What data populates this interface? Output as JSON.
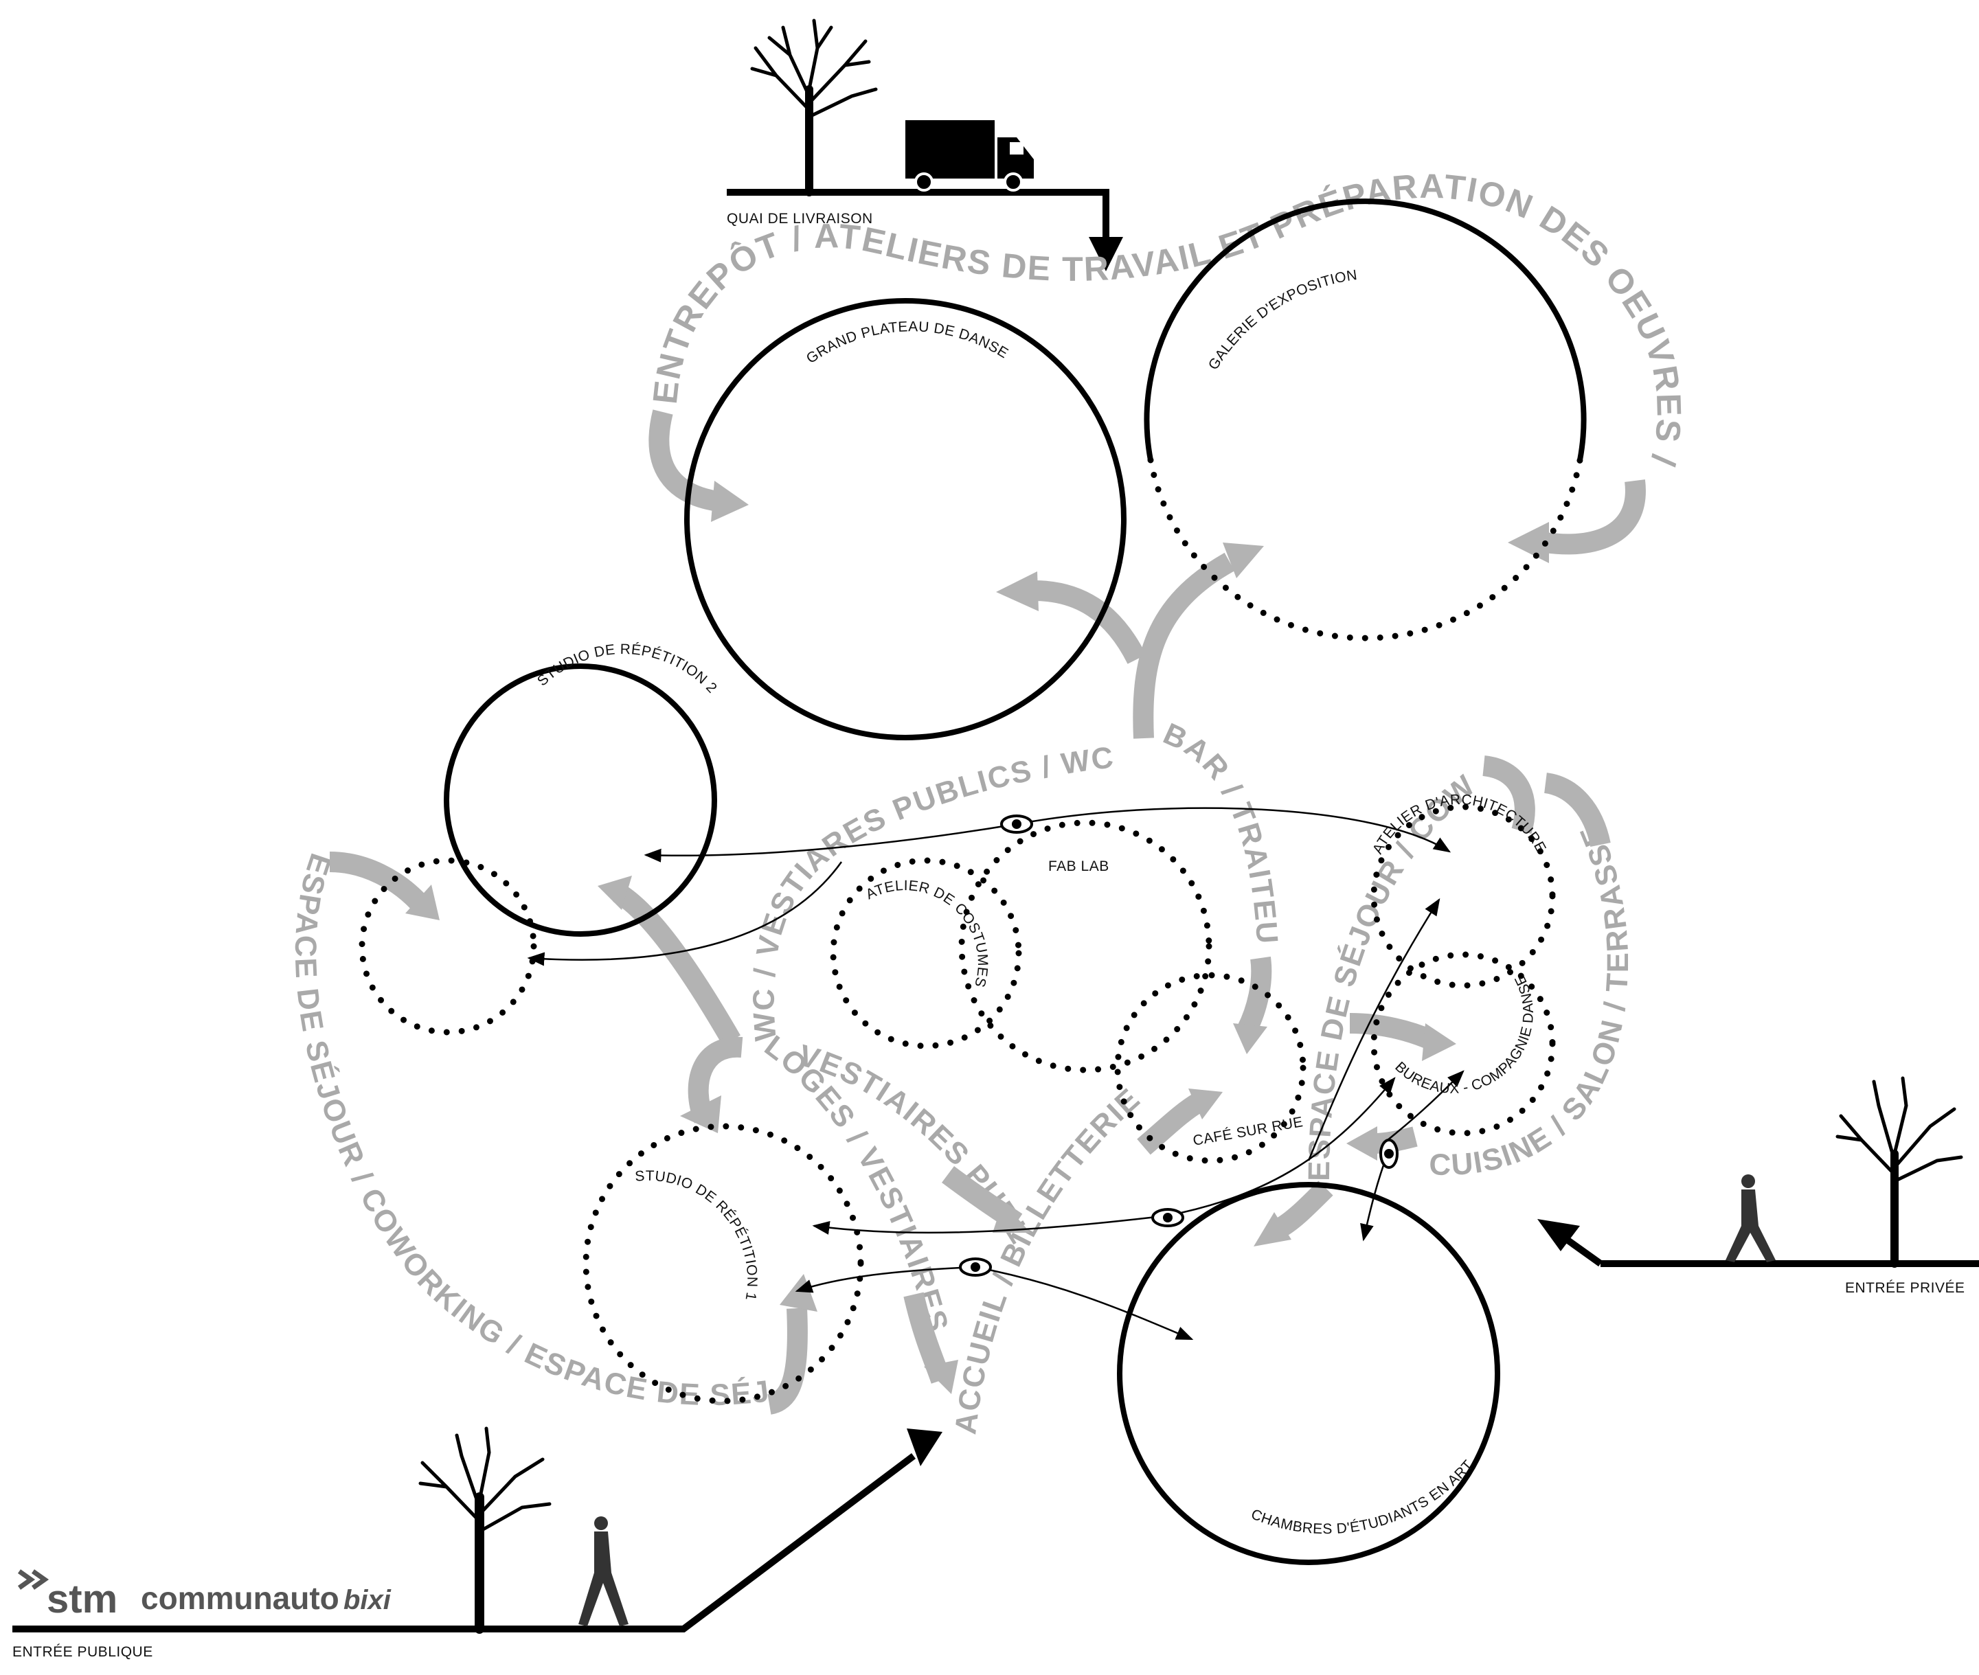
{
  "spaces": {
    "grand_plateau": "GRAND PLATEAU DE DANSE",
    "galerie": "GALERIE D'EXPOSITION",
    "studio2": "STUDIO DE RÉPÉTITION 2",
    "studio1": "STUDIO DE RÉPÉTITION 1",
    "fab_lab": "FAB LAB",
    "atelier_costumes": "ATELIER DE COSTUMES",
    "cafe": "CAFÉ SUR RUE",
    "atelier_archi": "ATELIER D'ARCHITECTURE",
    "bureaux": "BUREAUX - COMPAGNIE DANSE",
    "chambres": "CHAMBRES D'ÉTUDIANTS EN ART"
  },
  "zones": {
    "entrepot": "ENTREPÔT / ATELIERS DE TRAVAIL ET PRÉPARATION DES OEUVRES / LIVRAISON",
    "vestiaires_publics": "WC / VESTIARES PUBLICS / WC",
    "bar": "BAR / TRAITEUR",
    "coworking_right": "ESPACE DE SÉJOUR / COWORKING",
    "terrasse": "CUISINE / SALON / TERRASSE",
    "sejour_left": "ESPACE DE SÉJOUR / COWORKING / ESPACE DE SÉJOUR",
    "loges": "LOGES / VESTIAIRES",
    "vestiaires_publics_2": "VESTIAIRES PUBLICS",
    "accueil": "ACCUEIL / BILLETTERIE"
  },
  "site": {
    "quai": "QUAI DE LIVRAISON",
    "entree_privee": "ENTRÉE PRIVÉE",
    "entree_publique": "ENTRÉE PUBLIQUE"
  },
  "logos": {
    "stm": "stm",
    "communauto": "communauto",
    "bixi": "bixi"
  }
}
